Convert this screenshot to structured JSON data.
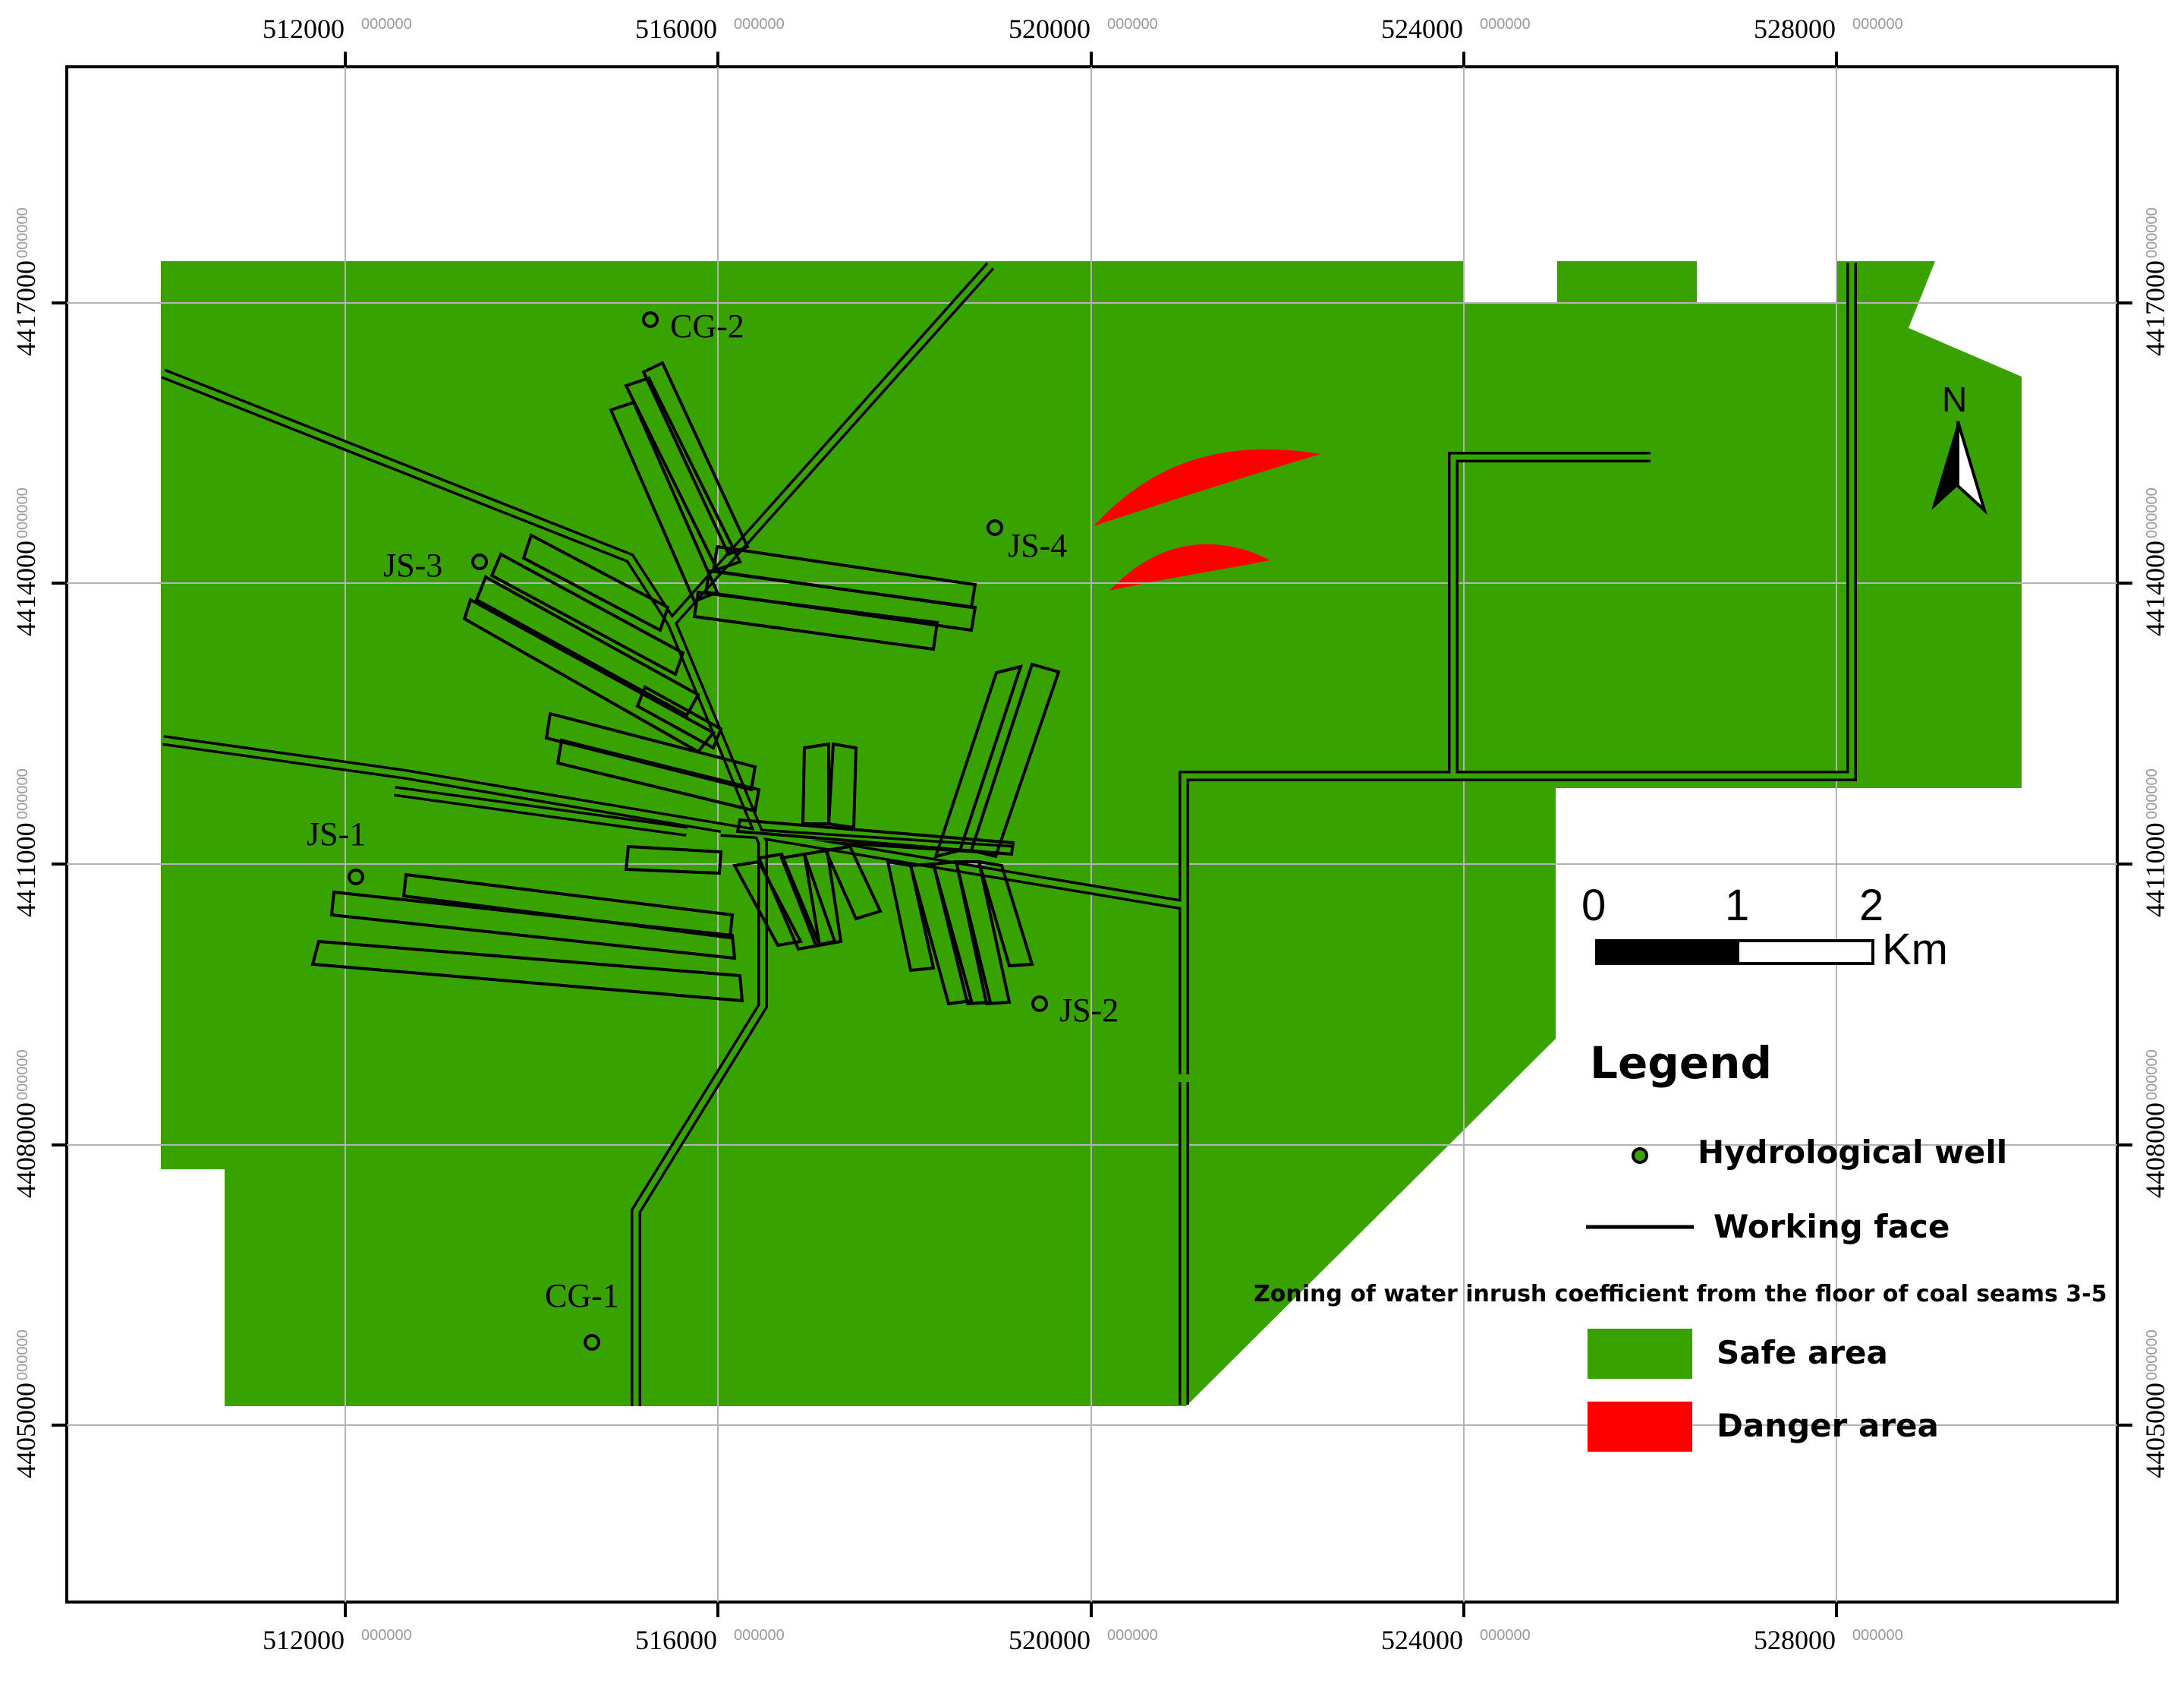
{
  "colors": {
    "safe": "#38a300",
    "danger": "#ff0000",
    "frame": "#000000",
    "grid": "#b4b4b4"
  },
  "x_ticks": [
    {
      "major": "512000",
      "minor": "000000"
    },
    {
      "major": "516000",
      "minor": "000000"
    },
    {
      "major": "520000",
      "minor": "000000"
    },
    {
      "major": "524000",
      "minor": "000000"
    },
    {
      "major": "528000",
      "minor": "000000"
    }
  ],
  "y_ticks": [
    {
      "major": "4417000",
      "minor": "000000"
    },
    {
      "major": "4414000",
      "minor": "000000"
    },
    {
      "major": "4411000",
      "minor": "000000"
    },
    {
      "major": "4408000",
      "minor": "000000"
    },
    {
      "major": "4405000",
      "minor": "000000"
    }
  ],
  "wells": [
    "CG-2",
    "JS-4",
    "JS-3",
    "JS-1",
    "JS-2",
    "CG-1"
  ],
  "north": "N",
  "scale_bar": {
    "labels": [
      "0",
      "1",
      "2"
    ],
    "unit": "Km"
  },
  "legend": {
    "title": "Legend",
    "well": "Hydrological well",
    "working_face": "Working face",
    "zoning_title": "Zoning of water inrush coefficient from the floor of coal seams 3-5",
    "safe": "Safe area",
    "danger": "Danger area"
  }
}
